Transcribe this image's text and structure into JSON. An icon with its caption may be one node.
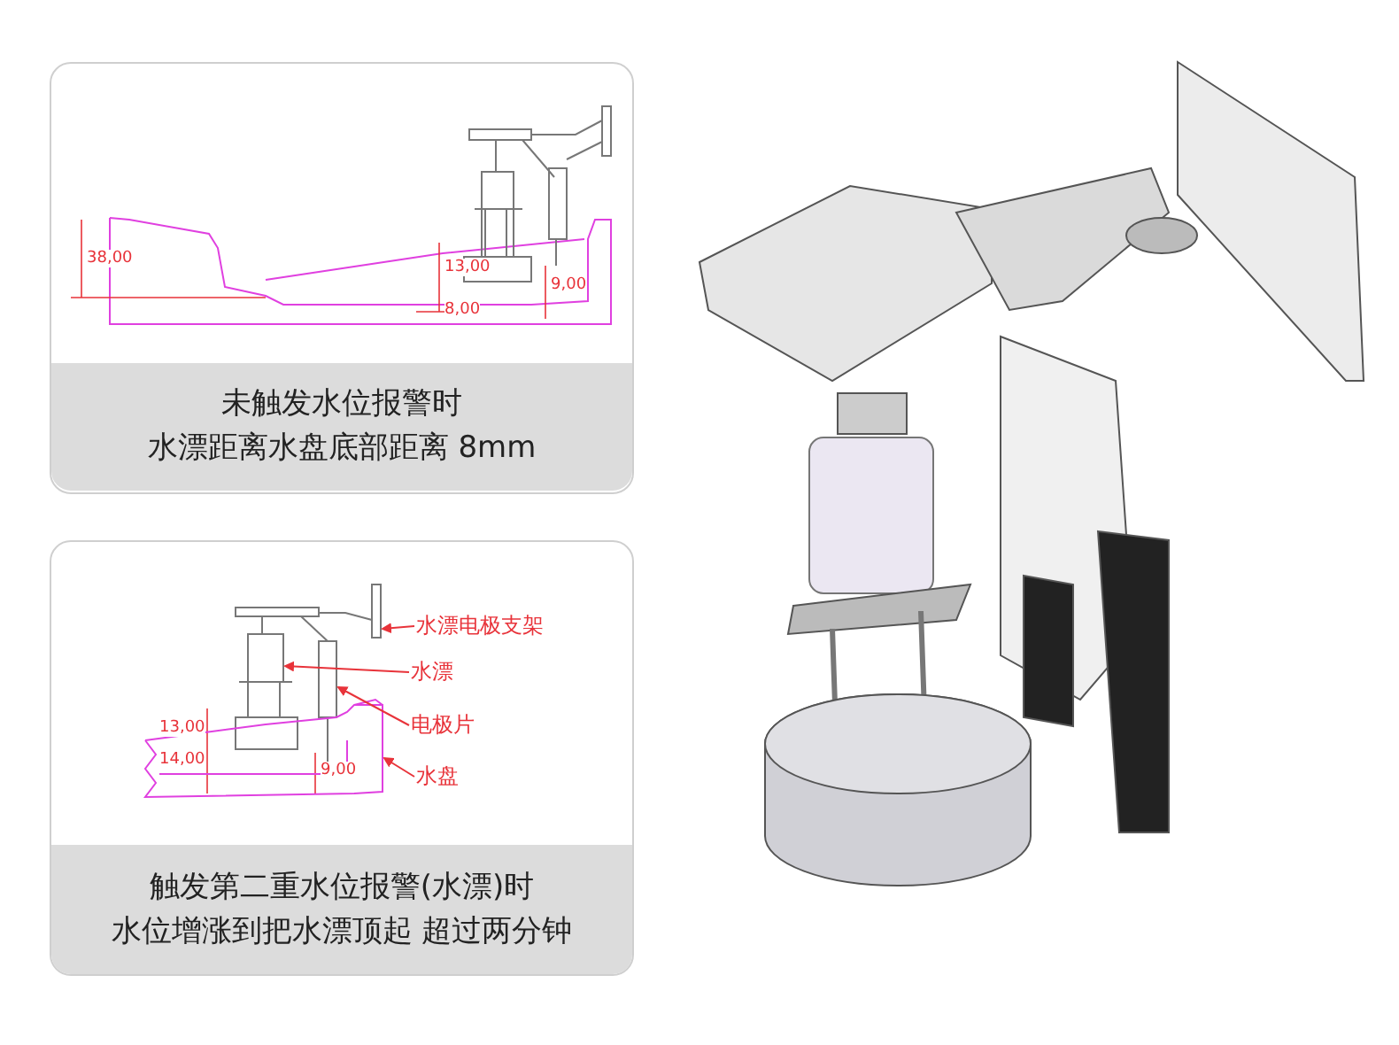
{
  "diagram": {
    "nodes": [
      {
        "text": [
          "未触发水位报警时水漂距离水盘底部距离 8mm"
        ]
      },
      {
        "text": [
          "触发第二重水位报警(水漂)时水位增涨到把水漂顶起 超过两分钟"
        ]
      },
      {
        "text": [
          "水漂电极支架"
        ]
      },
      {
        "text": [
          "水漂"
        ]
      },
      {
        "text": [
          "电极片"
        ]
      },
      {
        "text": [
          "水盘"
        ]
      },
      {
        "text": [],
        "shape": "box"
      },
      {
        "text": [],
        "shape": "box"
      },
      {
        "text": [],
        "shape": "box"
      },
      {
        "text": [],
        "shape": "box"
      }
    ],
    "edges": [
      {
        "from": 2,
        "to": 6,
        "arrow": "to"
      },
      {
        "from": 3,
        "to": 7,
        "arrow": "to"
      },
      {
        "from": 4,
        "to": 8,
        "arrow": "to"
      },
      {
        "from": 5,
        "to": 9,
        "arrow": "to"
      }
    ],
    "labels": [
      "38,00",
      "13,00",
      "9,00",
      "8,00",
      "13,00",
      "14,00",
      "9,00"
    ]
  }
}
